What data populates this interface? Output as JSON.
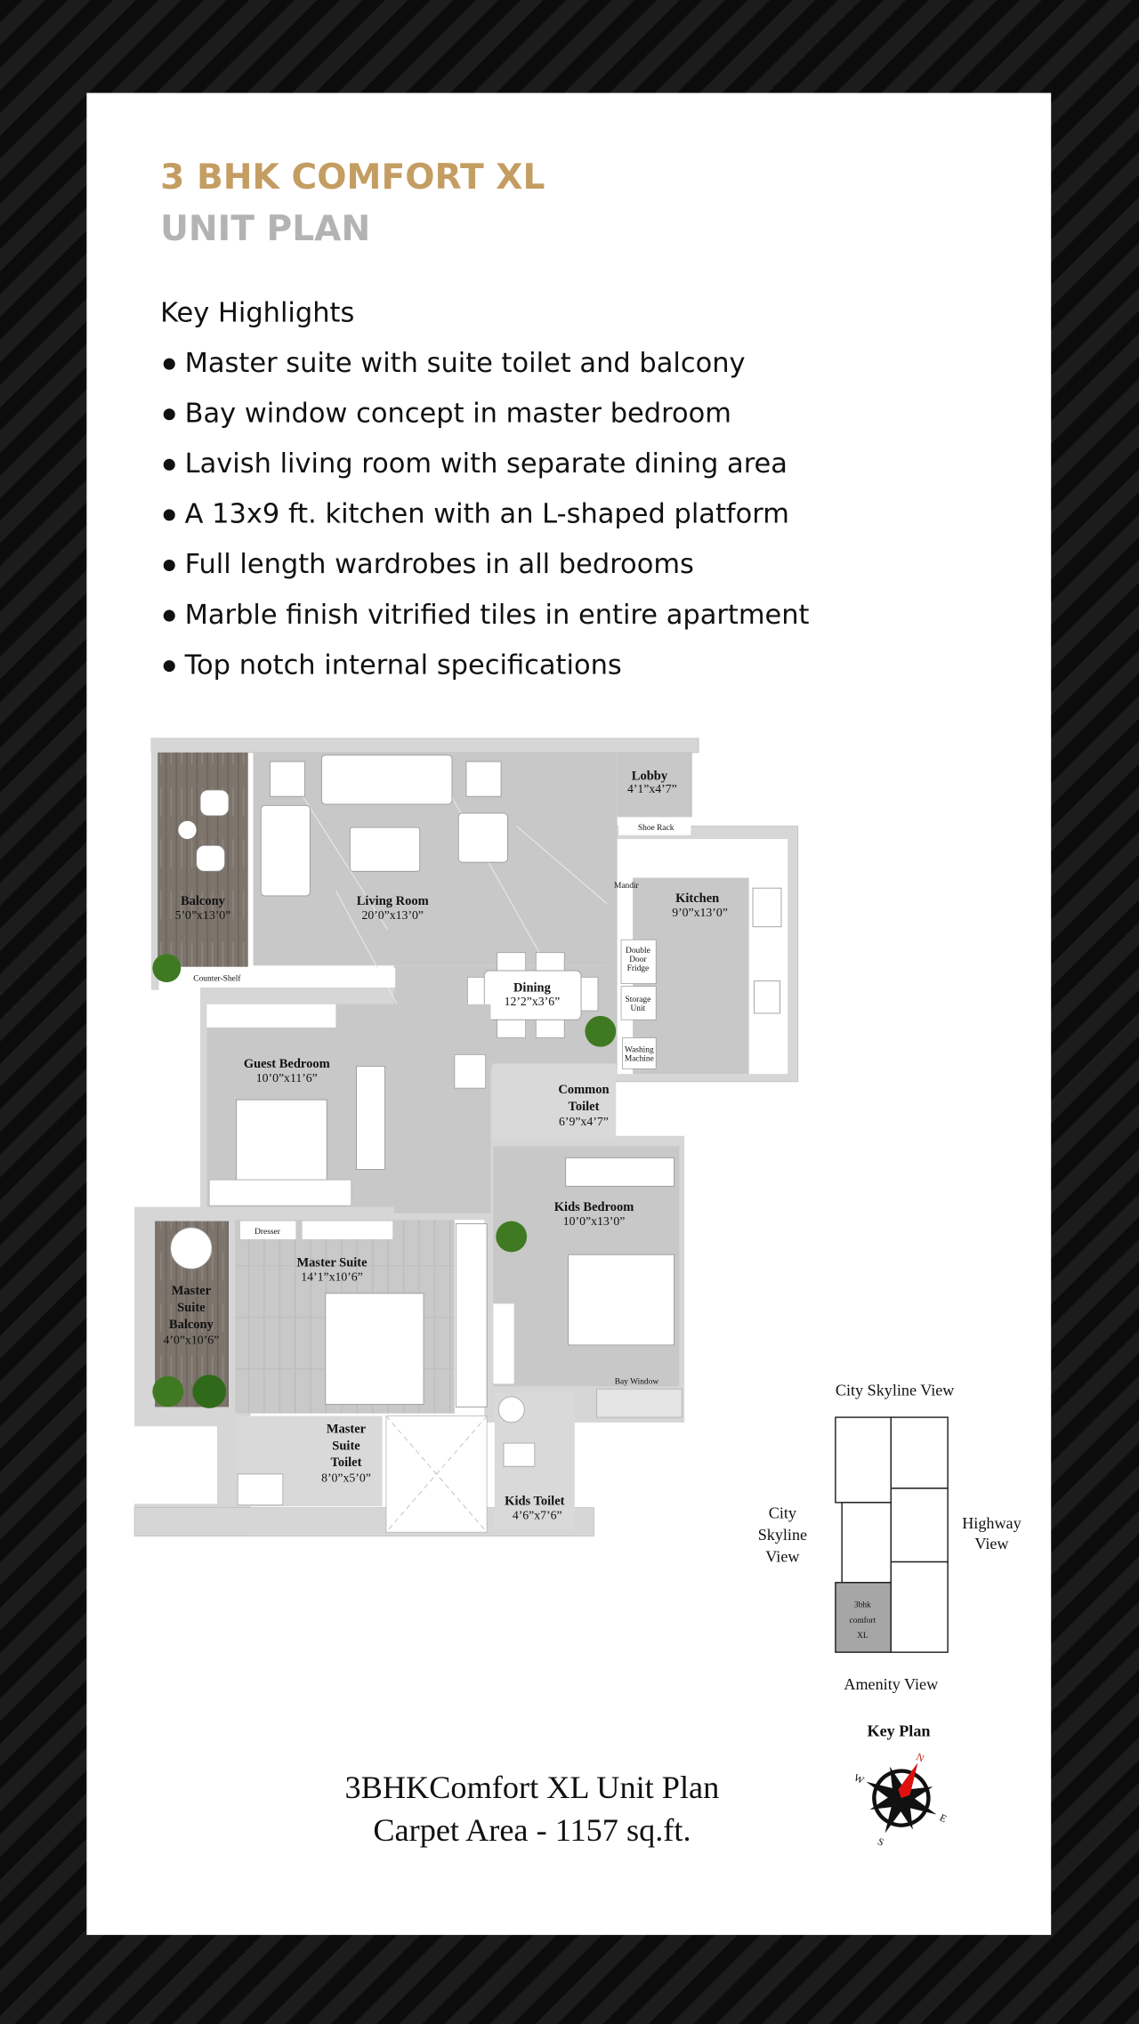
{
  "header": {
    "title": "3 BHK COMFORT XL",
    "subtitle": "UNIT PLAN",
    "title_color": "#c49d62",
    "subtitle_color": "#b3b3b3"
  },
  "highlights": {
    "heading": "Key Highlights",
    "items": [
      "Master suite with suite toilet and balcony",
      "Bay window concept in master bedroom",
      "Lavish living room with separate dining area",
      "A 13x9 ft. kitchen with an L-shaped platform",
      "Full length wardrobes in all bedrooms",
      "Marble finish vitrified tiles in entire apartment",
      "Top notch internal specifications"
    ]
  },
  "floor_plan": {
    "rooms": {
      "balcony": {
        "name": "Balcony",
        "size": "5’0”x13’0”"
      },
      "living": {
        "name": "Living Room",
        "size": "20’0”x13’0”"
      },
      "lobby": {
        "name": "Lobby",
        "size": "4’1”x4’7”"
      },
      "kitchen": {
        "name": "Kitchen",
        "size": "9’0”x13’0”"
      },
      "dining": {
        "name": "Dining",
        "size": "12’2”x3’6”"
      },
      "guest": {
        "name": "Guest Bedroom",
        "size": "10’0”x11’6”"
      },
      "common_toilet": {
        "name1": "Common",
        "name2": "Toilet",
        "size": "6’9”x4’7”"
      },
      "kids": {
        "name": "Kids Bedroom",
        "size": "10’0”x13’0”"
      },
      "master": {
        "name": "Master Suite",
        "size": "14’1”x10’6”"
      },
      "master_balcony": {
        "name1": "Master",
        "name2": "Suite",
        "name3": "Balcony",
        "size": "4’0”x10’6”"
      },
      "master_toilet": {
        "name1": "Master",
        "name2": "Suite",
        "name3": "Toilet",
        "size": "8’0”x5’0”"
      },
      "kids_toilet": {
        "name": "Kids Toilet",
        "size": "4’6”x7’6”"
      }
    },
    "fixtures": {
      "shoe_rack": "Shoe Rack",
      "mandir": "Mandir",
      "fridge": [
        "Double",
        "Door",
        "Fridge"
      ],
      "storage": [
        "Storage",
        "Unit"
      ],
      "washing": [
        "Washing",
        "Machine"
      ],
      "counter_shelf": "Counter-Shelf",
      "dresser": "Dresser",
      "bay_window": "Bay Window"
    }
  },
  "key_plan": {
    "top_view": "City Skyline View",
    "left_view": [
      "City",
      "Skyline",
      "View"
    ],
    "right_view": [
      "Highway",
      "View"
    ],
    "bottom_view": "Amenity View",
    "unit_label": [
      "3bhk",
      "comfort",
      "XL"
    ],
    "title": "Key Plan",
    "compass": {
      "n": "N",
      "e": "E",
      "s": "S",
      "w": "W"
    },
    "highlight_color": "#a6a6a6"
  },
  "footer": {
    "line1": "3BHKComfort XL Unit Plan",
    "line2": "Carpet Area - 1157 sq.ft."
  }
}
